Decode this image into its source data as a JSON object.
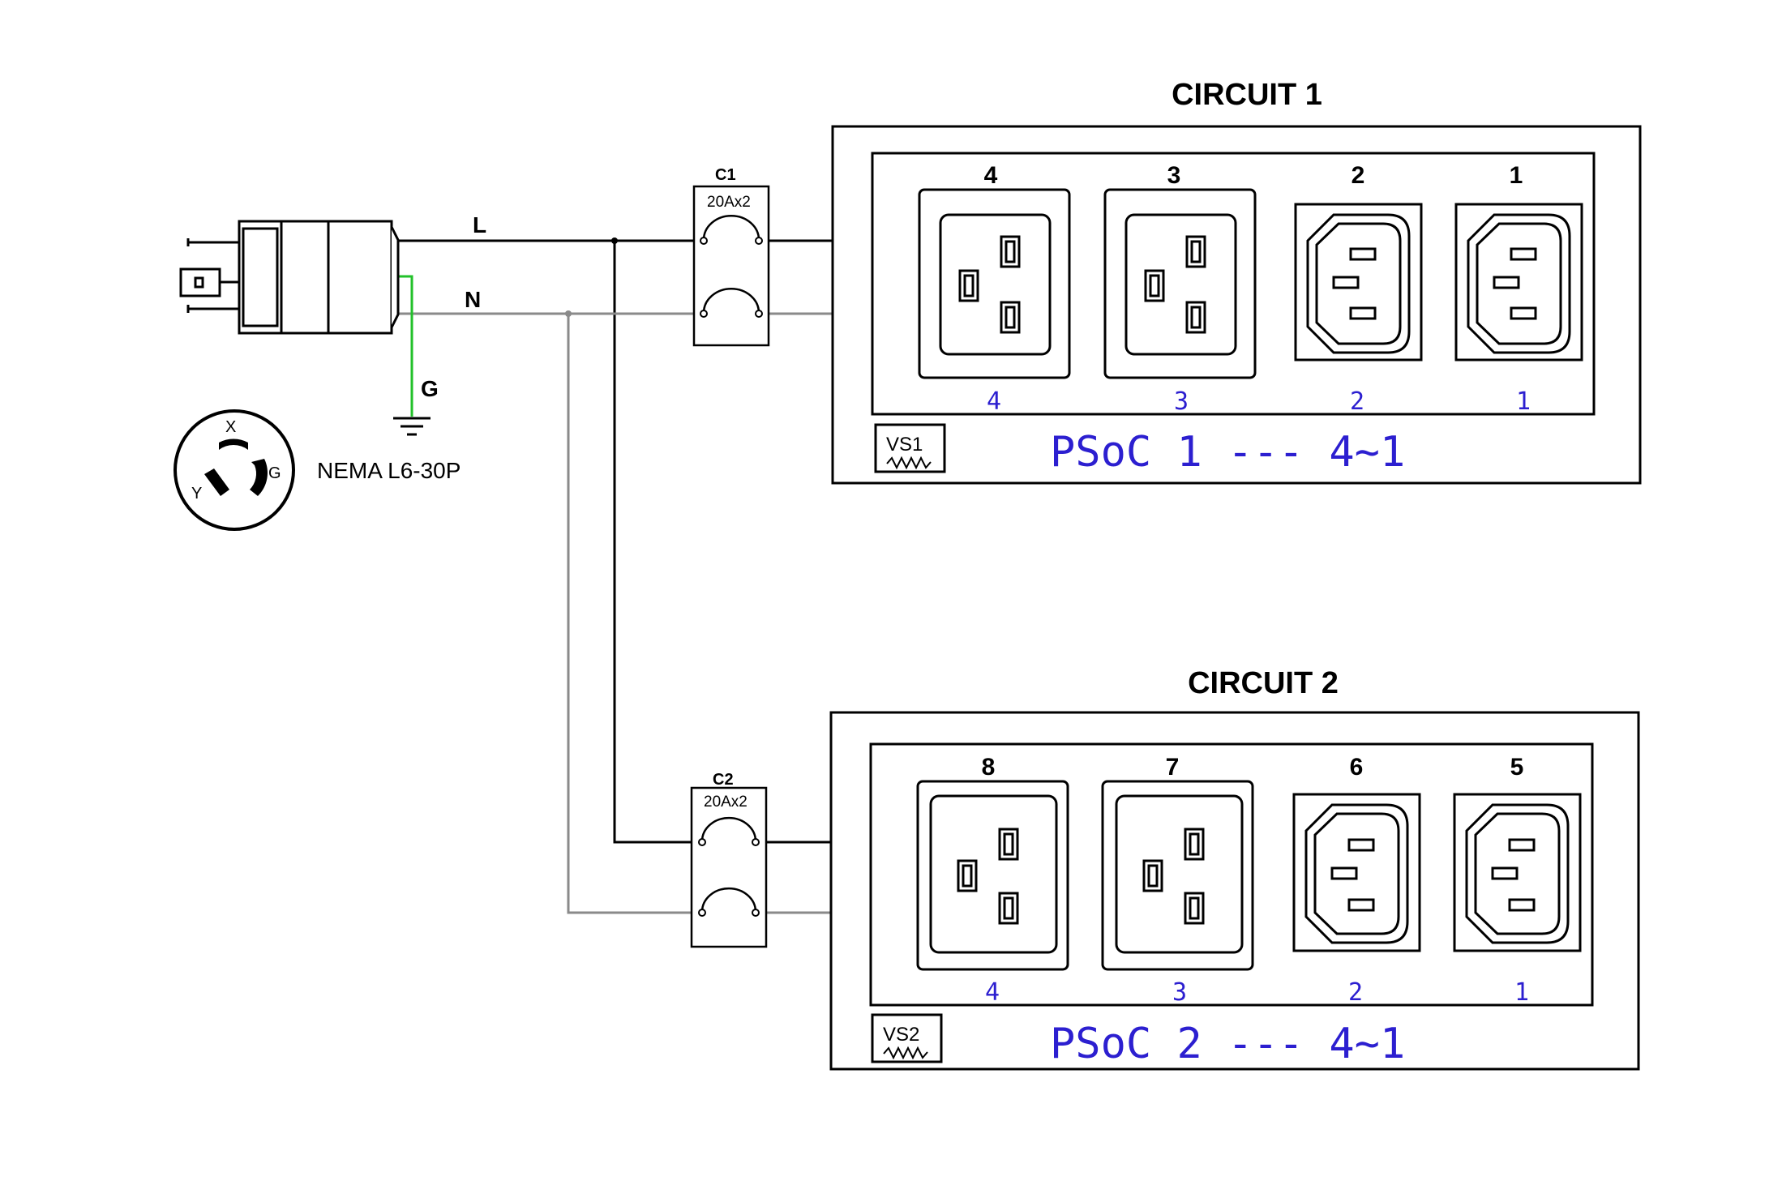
{
  "colors": {
    "line_wire": "#000000",
    "neutral_wire": "#8a8a8a",
    "ground_wire": "#22c12a",
    "blue_text": "#2c1fd0"
  },
  "plug": {
    "wire_labels": {
      "line": "L",
      "neutral": "N",
      "ground": "G"
    },
    "face_pins": {
      "x": "X",
      "y": "Y",
      "g": "G"
    },
    "name": "NEMA L6-30P"
  },
  "circuits": [
    {
      "title": "CIRCUIT 1",
      "breaker": {
        "name": "C1",
        "rating": "20Ax2"
      },
      "outlets": [
        {
          "number": "4",
          "sub": "4",
          "type": "C19"
        },
        {
          "number": "3",
          "sub": "3",
          "type": "C19"
        },
        {
          "number": "2",
          "sub": "2",
          "type": "C13"
        },
        {
          "number": "1",
          "sub": "1",
          "type": "C13"
        }
      ],
      "vs_label": "VS1",
      "psoc_text": "PSoC 1 --- 4~1"
    },
    {
      "title": "CIRCUIT 2",
      "breaker": {
        "name": "C2",
        "rating": "20Ax2"
      },
      "outlets": [
        {
          "number": "8",
          "sub": "4",
          "type": "C19"
        },
        {
          "number": "7",
          "sub": "3",
          "type": "C19"
        },
        {
          "number": "6",
          "sub": "2",
          "type": "C13"
        },
        {
          "number": "5",
          "sub": "1",
          "type": "C13"
        }
      ],
      "vs_label": "VS2",
      "psoc_text": "PSoC 2 --- 4~1"
    }
  ]
}
